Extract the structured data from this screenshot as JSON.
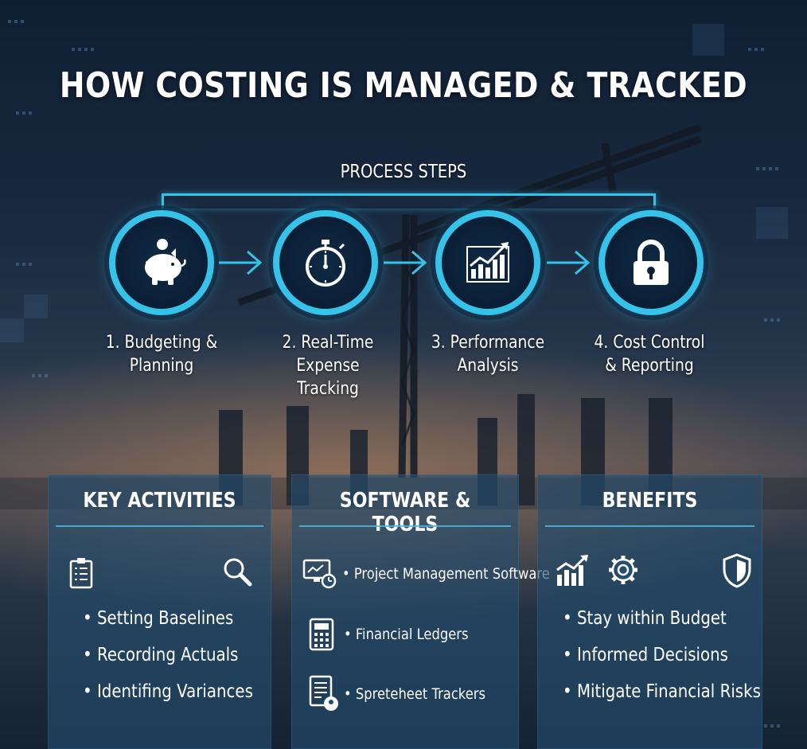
{
  "title": "HOW COSTING IS MANAGED & TRACKED",
  "process": {
    "label": "PROCESS STEPS",
    "steps": [
      {
        "line1": "1. Budgeting &",
        "line2": "Planning",
        "icon": "piggy-bank-icon"
      },
      {
        "line1": "2. Real-Time Expense",
        "line2": "Tracking",
        "icon": "stopwatch-icon"
      },
      {
        "line1": "3. Performance",
        "line2": "Analysis",
        "icon": "growth-chart-icon"
      },
      {
        "line1": "4. Cost Control",
        "line2": "& Reporting",
        "icon": "padlock-icon"
      }
    ]
  },
  "panels": {
    "activities": {
      "title": "KEY ACTIVITIES",
      "icons": [
        "clipboard-icon",
        "magnifier-icon"
      ],
      "items": [
        "Setting Baselines",
        "Recording Actuals",
        "Identifing Variances"
      ]
    },
    "tools": {
      "title": "SOFTWARE & TOOLS",
      "items": [
        {
          "label": "Project Management Software",
          "icon": "monitor-clock-icon"
        },
        {
          "label": "Financial Ledgers",
          "icon": "calculator-icon"
        },
        {
          "label": "Spreteheet Trackers",
          "icon": "document-icon"
        }
      ]
    },
    "benefits": {
      "title": "BENEFITS",
      "icons": [
        "growth-chart-icon",
        "gear-icon",
        "shield-icon"
      ],
      "items": [
        "Stay within Budget",
        "Informed Decisions",
        "Mitigate Financial Risks"
      ]
    }
  },
  "colors": {
    "accent": "#35c3ea",
    "panel": "#244e70",
    "text": "#ffffff"
  }
}
